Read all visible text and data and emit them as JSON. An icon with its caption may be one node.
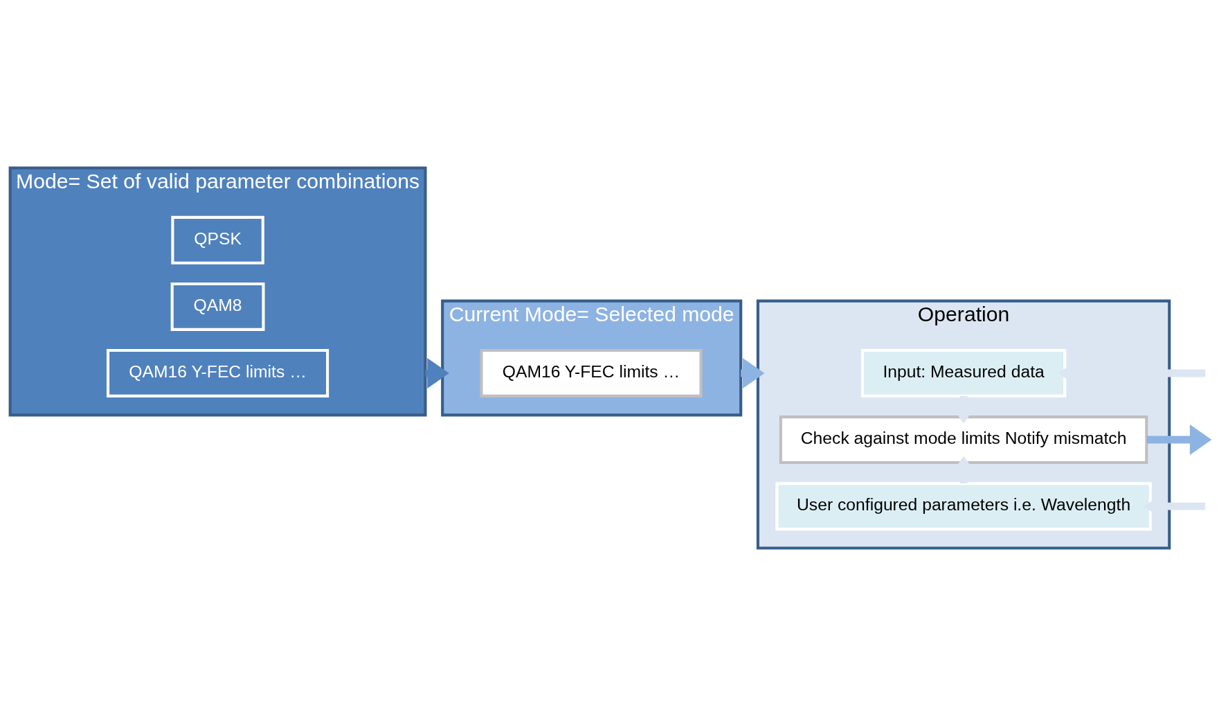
{
  "diagram": {
    "nodes": [
      {
        "text": [
          "Mode= Set of valid parameter combinations"
        ]
      },
      {
        "text": [
          "QPSK"
        ],
        "in": 0
      },
      {
        "text": [
          "QAM8"
        ],
        "in": 0
      },
      {
        "text": [
          "QAM16 Y-FEC limits …"
        ],
        "in": 0
      },
      {
        "text": [
          "Current Mode= Selected mode"
        ]
      },
      {
        "text": [
          "QAM16 Y-FEC limits …"
        ],
        "in": 4
      },
      {
        "text": [
          "Operation"
        ]
      },
      {
        "text": [
          "User configured parameters i.e. Wavelength"
        ],
        "in": 6
      },
      {
        "text": [
          "Check against mode limits Notify mismatch"
        ],
        "in": 6
      },
      {
        "text": [
          "Input: Measured data"
        ],
        "in": 6
      }
    ],
    "edges": [
      {
        "from": 0,
        "to": 4,
        "arrow": "to",
        "color": "#4f81bd"
      },
      {
        "from": 4,
        "to": 6,
        "arrow": "to",
        "color": "#8db3e2"
      },
      {
        "from": null,
        "to": 7,
        "arrow": "to",
        "color": "#dce6f2"
      },
      {
        "from": 7,
        "to": 8,
        "arrow": "to",
        "color": "#dce6f2"
      },
      {
        "from": 9,
        "to": 8,
        "arrow": "to",
        "color": "#dce6f2"
      },
      {
        "from": null,
        "to": 9,
        "arrow": "to",
        "color": "#dce6f2"
      },
      {
        "from": 8,
        "to": null,
        "arrow": "to",
        "color": "#8db3e2"
      }
    ]
  }
}
